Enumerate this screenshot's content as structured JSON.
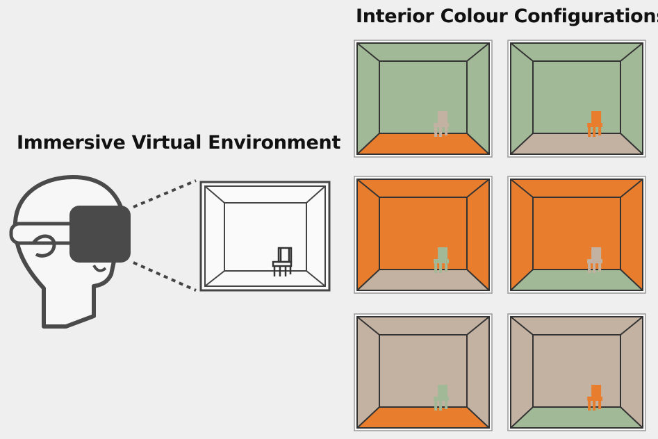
{
  "left_title": "Immersive Virtual Environment",
  "right_title": "Interior Colour Configurations",
  "colors": {
    "green": "#a2b997",
    "orange": "#e87d2d",
    "beige": "#c3b2a2",
    "headset": "#4a4a4a",
    "outline": "#333333",
    "background": "#efefef"
  },
  "configurations": [
    {
      "walls": "green",
      "floor": "orange",
      "chair": "beige"
    },
    {
      "walls": "green",
      "floor": "beige",
      "chair": "orange"
    },
    {
      "walls": "orange",
      "floor": "beige",
      "chair": "green"
    },
    {
      "walls": "orange",
      "floor": "green",
      "chair": "beige"
    },
    {
      "walls": "beige",
      "floor": "orange",
      "chair": "green"
    },
    {
      "walls": "beige",
      "floor": "green",
      "chair": "orange"
    }
  ]
}
